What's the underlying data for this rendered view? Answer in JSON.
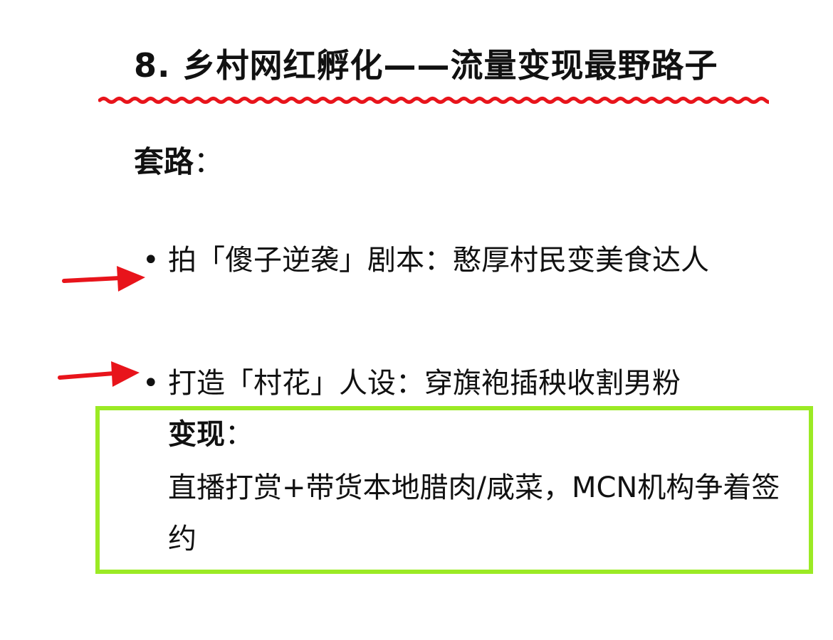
{
  "title": "8. 乡村网红孵化——流量变现最野路子",
  "colors": {
    "underline": "#e8141b",
    "arrow": "#e8141b",
    "box_border": "#9bea24",
    "text": "#111111"
  },
  "routine": {
    "label": "套路",
    "colon": "：",
    "bullet_glyph": "•",
    "items": [
      {
        "text": "拍「傻子逆袭」剧本：憨厚村民变美食达人"
      },
      {
        "text": "打造「村花」人设：穿旗袍插秧收割男粉"
      }
    ]
  },
  "monetization": {
    "label": "变现",
    "colon": "：",
    "text": "直播打赏+带货本地腊肉/咸菜，MCN机构争着签约"
  },
  "icons": {
    "arrow": "red-arrow-right-icon",
    "underline": "red-wavy-underline"
  }
}
